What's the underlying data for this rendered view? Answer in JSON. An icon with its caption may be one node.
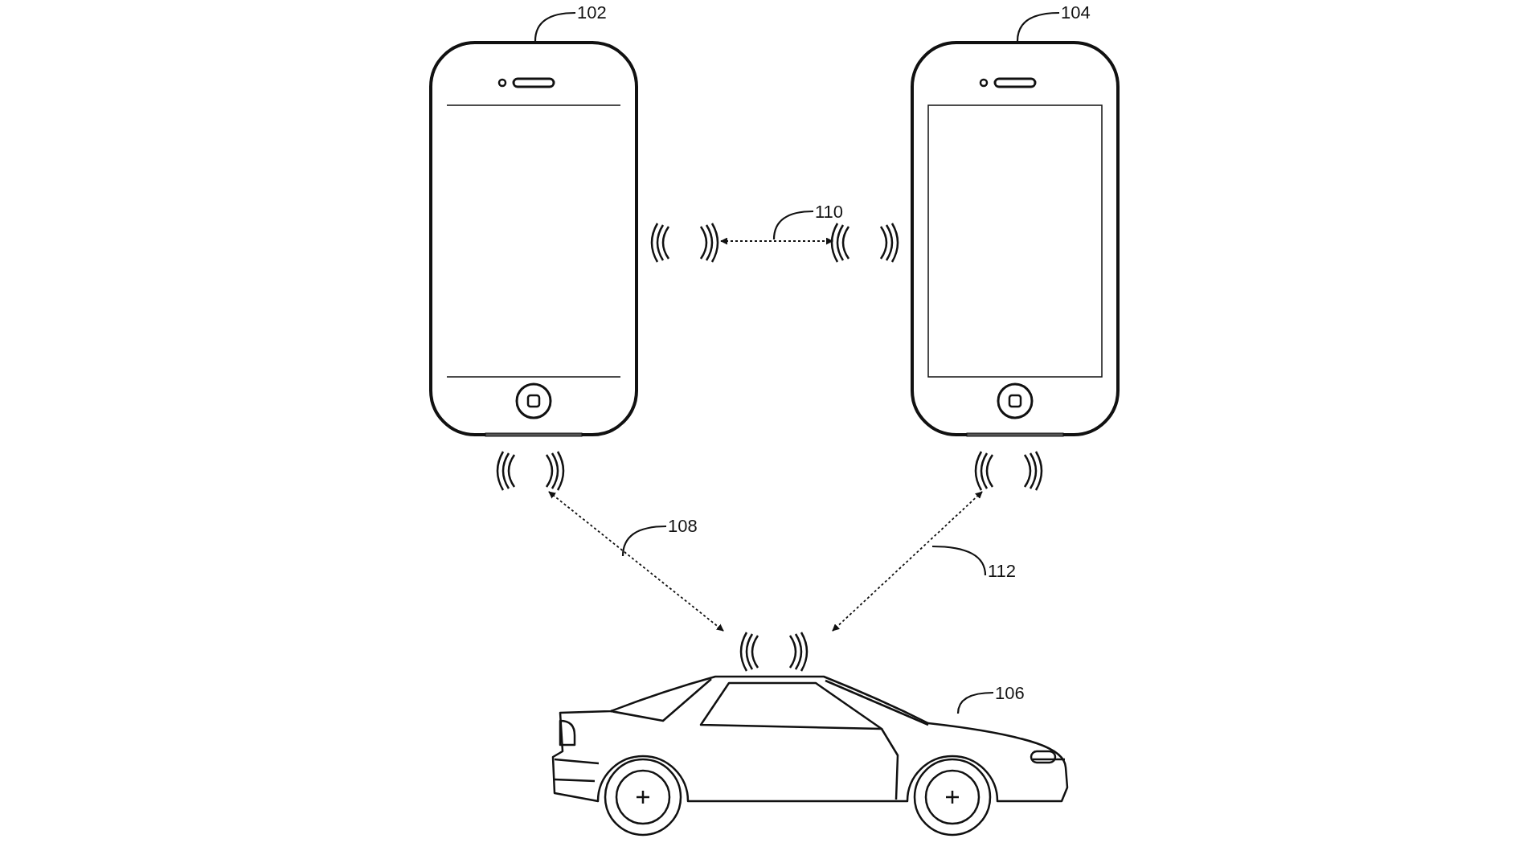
{
  "diagram": {
    "nodes": [
      {
        "text": [
          "102"
        ]
      },
      {
        "text": [
          "104"
        ]
      },
      {
        "text": [],
        "shape": "picture"
      },
      {
        "text": [],
        "shape": "picture"
      },
      {
        "text": [
          "110"
        ]
      },
      {
        "text": [
          "108"
        ]
      },
      {
        "text": [
          "112"
        ]
      },
      {
        "text": [
          "106"
        ]
      },
      {
        "text": [],
        "shape": "picture"
      }
    ],
    "edges": [
      {
        "from": 0,
        "to": 2,
        "arrow": "none"
      },
      {
        "from": 1,
        "to": 3,
        "arrow": "none"
      },
      {
        "from": 2,
        "to": 3,
        "arrow": "both",
        "style": "dashed"
      },
      {
        "from": 4,
        "to": null,
        "arrow": "none"
      },
      {
        "from": 2,
        "to": 8,
        "arrow": "both",
        "style": "dashed"
      },
      {
        "from": 3,
        "to": 8,
        "arrow": "both",
        "style": "dashed"
      },
      {
        "from": 5,
        "to": null,
        "arrow": "none"
      },
      {
        "from": 6,
        "to": null,
        "arrow": "none"
      },
      {
        "from": 7,
        "to": 8,
        "arrow": "none"
      }
    ]
  }
}
